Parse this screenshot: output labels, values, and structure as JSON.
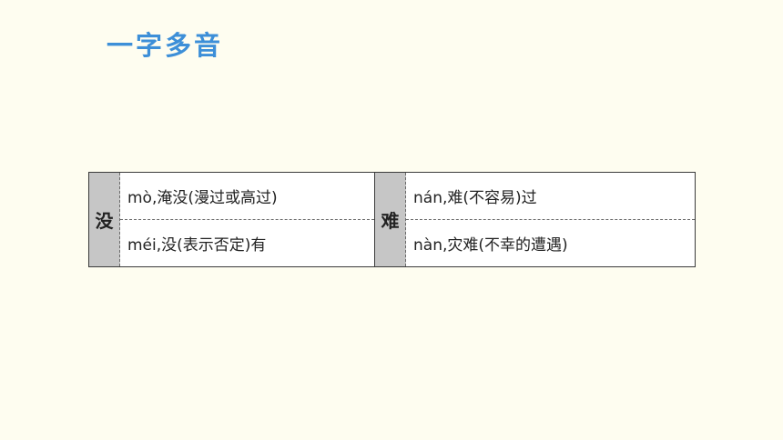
{
  "title": "一字多音",
  "table": {
    "groups": [
      {
        "char": "没",
        "readings": [
          "mò,淹没(漫过或高过)",
          "méi,没(表示否定)有"
        ]
      },
      {
        "char": "难",
        "readings": [
          "nán,难(不容易)过",
          "nàn,灾难(不幸的遭遇)"
        ]
      }
    ]
  },
  "colors": {
    "title": "#3d8fd8",
    "background": "#fefdf0",
    "header_cell": "#c6c6c6"
  }
}
